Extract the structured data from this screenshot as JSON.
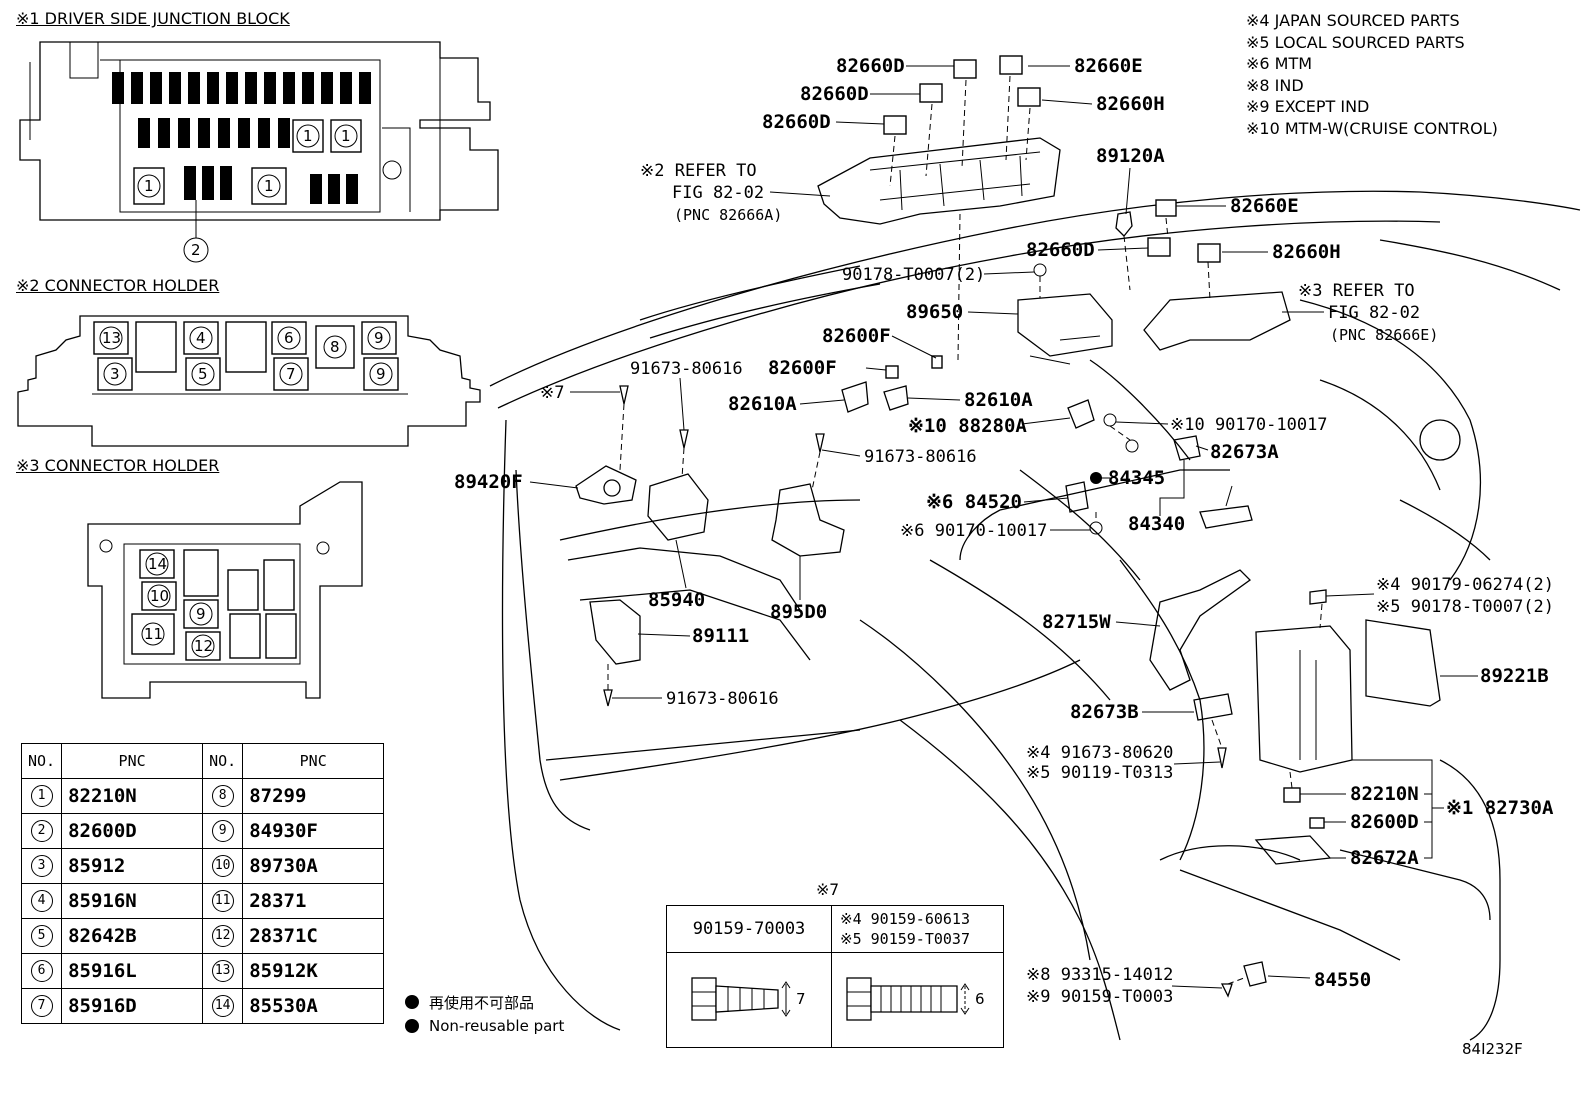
{
  "notes": [
    "※4 JAPAN SOURCED PARTS",
    "※5 LOCAL SOURCED PARTS",
    "※6 MTM",
    "※8 IND",
    "※9 EXCEPT IND",
    "※10 MTM-W(CRUISE CONTROL)"
  ],
  "sections": {
    "junction_block": "※1 DRIVER SIDE JUNCTION BLOCK",
    "holder2": "※2 CONNECTOR HOLDER",
    "holder3": "※3 CONNECTOR HOLDER"
  },
  "circled": {
    "jb": [
      "1",
      "1",
      "1",
      "1",
      "2"
    ],
    "h2": [
      "13",
      "4",
      "6",
      "8",
      "9",
      "3",
      "5",
      "7",
      "9"
    ],
    "h3": [
      "14",
      "10",
      "9",
      "11",
      "12"
    ]
  },
  "table": {
    "headers": [
      "NO.",
      "PNC",
      "NO.",
      "PNC"
    ],
    "rows": [
      {
        "n1": "1",
        "p1": "82210N",
        "n2": "8",
        "p2": "87299"
      },
      {
        "n1": "2",
        "p1": "82600D",
        "n2": "9",
        "p2": "84930F"
      },
      {
        "n1": "3",
        "p1": "85912",
        "n2": "10",
        "p2": "89730A"
      },
      {
        "n1": "4",
        "p1": "85916N",
        "n2": "11",
        "p2": "28371"
      },
      {
        "n1": "5",
        "p1": "82642B",
        "n2": "12",
        "p2": "28371C"
      },
      {
        "n1": "6",
        "p1": "85916L",
        "n2": "13",
        "p2": "85912K"
      },
      {
        "n1": "7",
        "p1": "85916D",
        "n2": "14",
        "p2": "85530A"
      }
    ]
  },
  "screw": {
    "title": "※7",
    "left_label": "90159-70003",
    "right_label_1": "※4 90159-60613",
    "right_label_2": "※5 90159-T0037",
    "left_dim": "7",
    "right_dim": "6"
  },
  "legend": {
    "jp": "再使用不可部品",
    "en": "Non-reusable part"
  },
  "callouts": {
    "c82660D_1": "82660D",
    "c82660D_2": "82660D",
    "c82660D_3": "82660D",
    "c82660E_1": "82660E",
    "c82660H_1": "82660H",
    "refer2_a": "※2 REFER TO",
    "refer2_b": "FIG 82-02",
    "refer2_c": "(PNC 82666A)",
    "c89120A": "89120A",
    "c82660E_2": "82660E",
    "c82660D_4": "82660D",
    "c82660H_2": "82660H",
    "c90178": "90178-T0007(2)",
    "c89650": "89650",
    "refer3_a": "※3 REFER TO",
    "refer3_b": "FIG 82-02",
    "refer3_c": "(PNC 82666E)",
    "c82600F_1": "82600F",
    "c82600F_2": "82600F",
    "c91673_1": "91673-80616",
    "c7": "※7",
    "c82610A_1": "82610A",
    "c82610A_2": "82610A",
    "c88280A": "※10 88280A",
    "c90170_1": "※10 90170-10017",
    "c91673_2": "91673-80616",
    "c82673A": "82673A",
    "c89420F": "89420F",
    "c84345": "84345",
    "c84520": "※6 84520",
    "c84340": "84340",
    "c90170_2": "※6 90170-10017",
    "c85940": "85940",
    "c895D0": "895D0",
    "c89111": "89111",
    "c82715W": "82715W",
    "c90179": "※4 90179-06274(2)",
    "c90178b": "※5 90178-T0007(2)",
    "c89221B": "89221B",
    "c91673_3": "91673-80616",
    "c82673B": "82673B",
    "c91673_4": "※4 91673-80620",
    "c90119": "※5 90119-T0313",
    "c82210N": "82210N",
    "c82730A": "※1 82730A",
    "c82600D": "82600D",
    "c82672A": "82672A",
    "c93315": "※8 93315-14012",
    "c90159": "※9 90159-T0003",
    "c84550": "84550"
  },
  "diagram_code": "84I232F"
}
